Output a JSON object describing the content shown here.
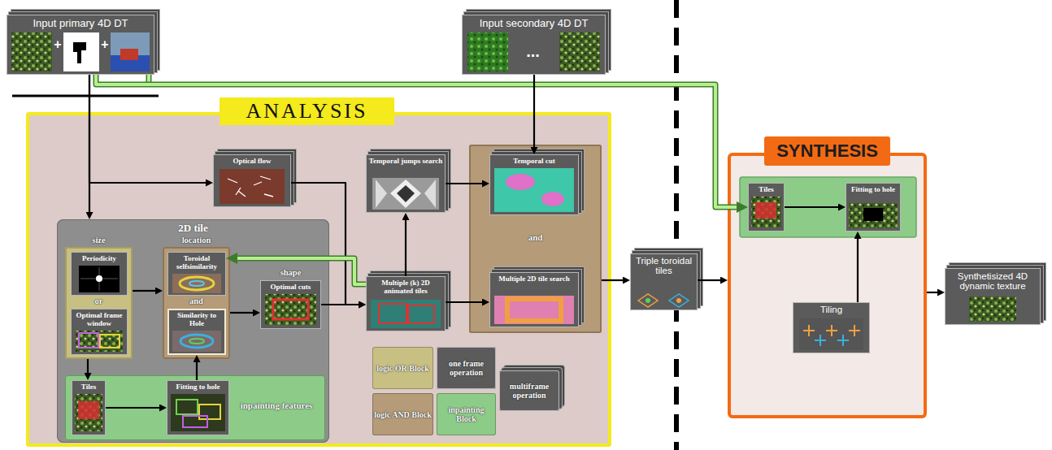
{
  "diagram": {
    "nodes": [
      {
        "text": [
          "Input primary 4D DT"
        ]
      },
      {
        "text": [
          "Input secondary 4D DT",
          "..."
        ]
      },
      {
        "text": [
          "ANALYSIS"
        ]
      },
      {
        "text": [
          "Optical flow"
        ],
        "in": 2
      },
      {
        "text": [
          "2D tile"
        ],
        "in": 2
      },
      {
        "text": [
          "size",
          "or"
        ],
        "in": 4
      },
      {
        "text": [
          "Periodicity"
        ],
        "in": 5
      },
      {
        "text": [
          "Optimal frame window"
        ],
        "in": 5
      },
      {
        "text": [
          "location",
          "and"
        ],
        "in": 4
      },
      {
        "text": [
          "Toroidal selfsimilarity"
        ],
        "in": 8
      },
      {
        "text": [
          "Similarity to Hole"
        ],
        "in": 8
      },
      {
        "text": [
          "shape",
          "Optimal cuts"
        ],
        "in": 4
      },
      {
        "text": [
          "inpainting features"
        ],
        "in": 4
      },
      {
        "text": [
          "Tiles"
        ],
        "in": 12
      },
      {
        "text": [
          "Fitting to hole"
        ],
        "in": 12
      },
      {
        "text": [
          "Multiple (k) 2D animated tiles"
        ],
        "in": 2
      },
      {
        "text": [
          "Temporal jumps search"
        ],
        "in": 2
      },
      {
        "text": [
          "and"
        ],
        "in": 2
      },
      {
        "text": [
          "Temporal cut"
        ],
        "in": 17
      },
      {
        "text": [
          "Multiple 2D tile search"
        ],
        "in": 17
      },
      {
        "text": [
          "Triple toroidal tiles"
        ]
      },
      {
        "text": [
          "SYNTHESIS"
        ]
      },
      {
        "text": [
          "Tiles"
        ],
        "in": 21
      },
      {
        "text": [
          "Fitting to hole"
        ],
        "in": 21
      },
      {
        "text": [
          "Tiling"
        ],
        "in": 21
      },
      {
        "text": [
          "Synthetisized 4D dynamic texture"
        ]
      }
    ],
    "edges": [
      {
        "from": 0,
        "to": 3,
        "arrow": "to"
      },
      {
        "from": 0,
        "to": 4,
        "arrow": "to"
      },
      {
        "from": 0,
        "to": 22,
        "arrow": "to"
      },
      {
        "from": 3,
        "to": 15,
        "arrow": "to"
      },
      {
        "from": 15,
        "to": 9,
        "arrow": "to"
      },
      {
        "from": 5,
        "to": 8,
        "arrow": "to"
      },
      {
        "from": 8,
        "to": 11,
        "arrow": "to"
      },
      {
        "from": 11,
        "to": 15,
        "arrow": "to"
      },
      {
        "from": 5,
        "to": 13,
        "arrow": "to"
      },
      {
        "from": 13,
        "to": 14,
        "arrow": "to"
      },
      {
        "from": 14,
        "to": 10,
        "arrow": "to"
      },
      {
        "from": 15,
        "to": 16,
        "arrow": "to"
      },
      {
        "from": 16,
        "to": 18,
        "arrow": "to"
      },
      {
        "from": 15,
        "to": 19,
        "arrow": "to"
      },
      {
        "from": 1,
        "to": 18,
        "arrow": "to"
      },
      {
        "from": 17,
        "to": 20,
        "arrow": "to"
      },
      {
        "from": 20,
        "to": 21,
        "arrow": "to"
      },
      {
        "from": 22,
        "to": 23,
        "arrow": "to"
      },
      {
        "from": 24,
        "to": 23,
        "arrow": "to"
      },
      {
        "from": 21,
        "to": 25,
        "arrow": "to"
      }
    ],
    "labels": [
      "+",
      "+"
    ],
    "legend": [
      {
        "text": "logic OR Block",
        "color": "#c8bf82"
      },
      {
        "text": "one frame operation"
      },
      {
        "text": "multiframe operation"
      },
      {
        "text": "logic AND Block",
        "color": "#b59b78"
      },
      {
        "text": "inpainting Block",
        "color": "#8ccb88"
      }
    ]
  }
}
